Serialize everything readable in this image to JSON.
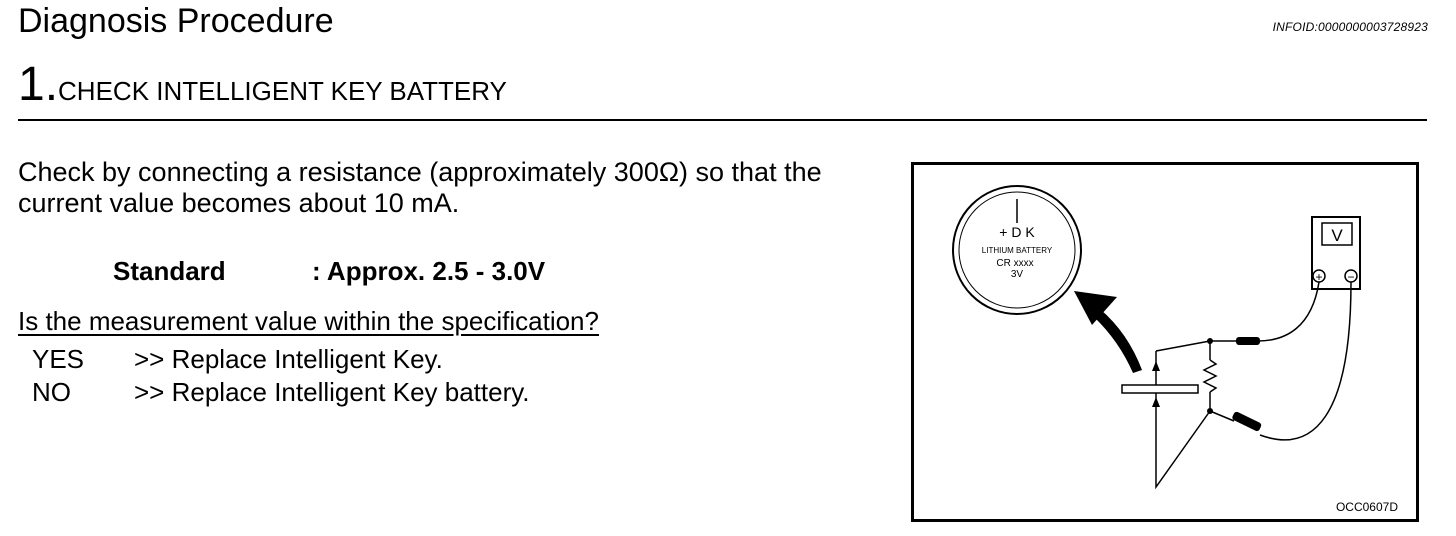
{
  "header": {
    "title": "Diagnosis Procedure",
    "info_id": "INFOID:0000000003728923"
  },
  "step": {
    "number": "1.",
    "title": "CHECK INTELLIGENT KEY BATTERY"
  },
  "instructions": {
    "line1": "Check by connecting a resistance (approximately 300Ω) so that the",
    "line2": "current value becomes about 10 mA."
  },
  "standard": {
    "label": "Standard",
    "value": ": Approx. 2.5 - 3.0V"
  },
  "question": "Is the measurement value within the specification?",
  "answers": [
    {
      "key": "YES",
      "text": ">> Replace Intelligent Key."
    },
    {
      "key": "NO",
      "text": ">> Replace Intelligent Key battery."
    }
  ],
  "figure": {
    "battery_brand": "+ D K",
    "battery_type": "LITHIUM BATTERY",
    "battery_model": "CR xxxx",
    "battery_voltage": "3V",
    "meter_label": "V",
    "plus_symbol": "+",
    "minus_symbol": "−",
    "code": "OCC0607D"
  }
}
